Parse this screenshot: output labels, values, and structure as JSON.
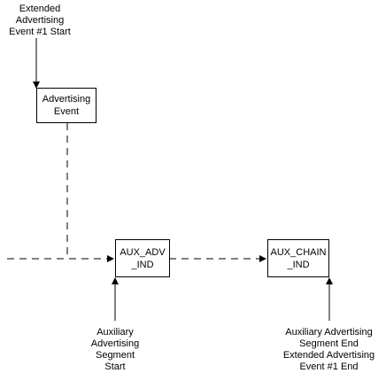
{
  "top_label": [
    "Extended",
    "Advertising",
    "Event #1 Start"
  ],
  "advertising_event_box": [
    "Advertising",
    "Event"
  ],
  "aux_adv_ind_box": [
    "AUX_ADV",
    "_IND"
  ],
  "aux_chain_ind_box": [
    "AUX_CHAIN",
    "_IND"
  ],
  "bottom_left_label": [
    "Auxiliary",
    "Advertising",
    "Segment",
    "Start"
  ],
  "bottom_right_label": [
    "Auxiliary Advertising",
    "Segment End",
    "Extended Advertising",
    "Event #1 End"
  ]
}
